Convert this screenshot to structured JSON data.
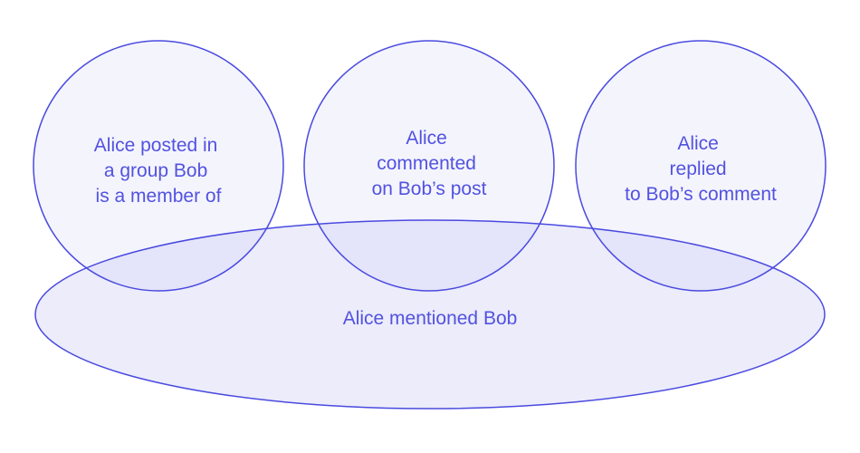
{
  "colors": {
    "stroke": "#4a4ae0",
    "fill": "#ebebfb",
    "text": "#5252e0"
  },
  "circles": [
    {
      "name": "group-post",
      "lines": [
        "Alice posted in",
        "a group Bob",
        "is a member of"
      ]
    },
    {
      "name": "commented",
      "lines": [
        "Alice",
        "commented",
        "on Bob’s post"
      ]
    },
    {
      "name": "replied",
      "lines": [
        "Alice",
        "replied",
        "to Bob’s comment"
      ]
    }
  ],
  "ellipse": {
    "name": "mentioned",
    "label": "Alice mentioned Bob"
  }
}
